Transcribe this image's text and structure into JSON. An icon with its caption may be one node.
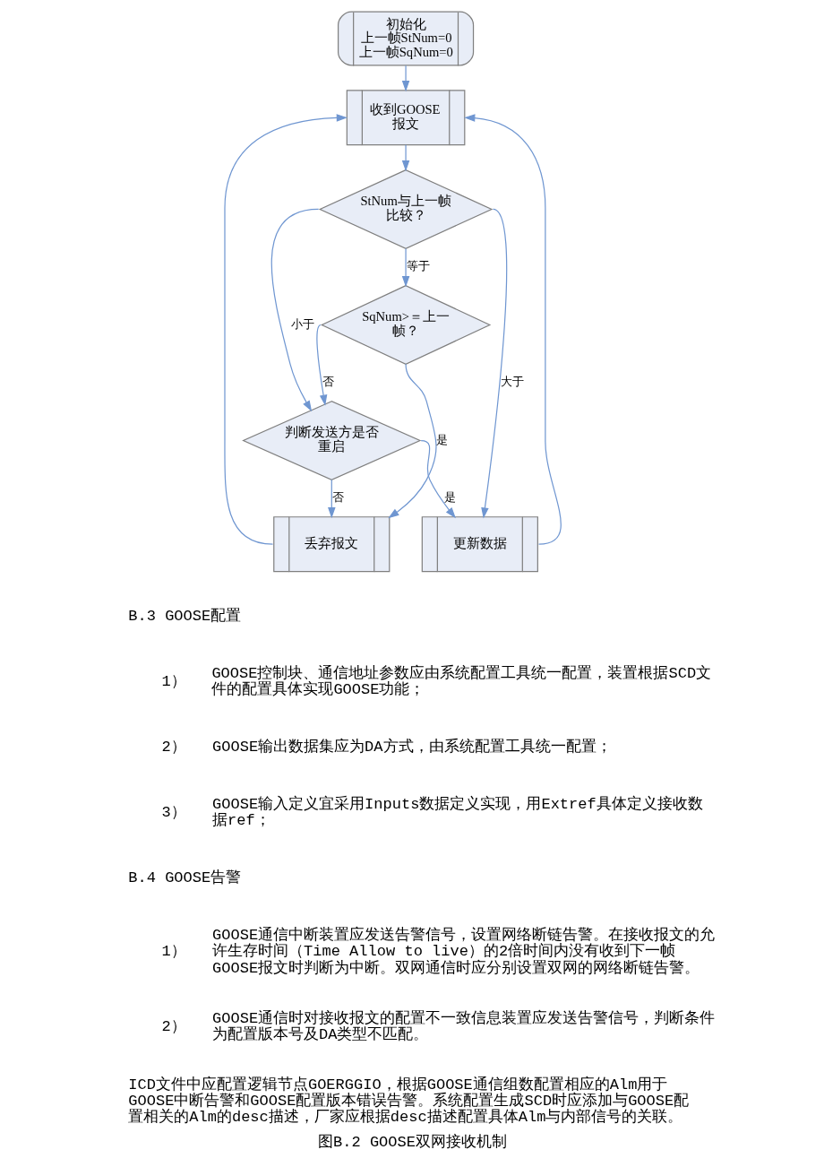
{
  "diagram": {
    "caption": "图B.2 GOOSE双网接收机制",
    "nodes": [
      {
        "text": [
          "初始化",
          "上一帧StNum=0",
          "上一帧SqNum=0"
        ]
      },
      {
        "text": [
          "收到GOOSE报文"
        ]
      },
      {
        "text": [
          "StNum与上一帧比较？"
        ]
      },
      {
        "text": [
          "SqNum>＝上一帧？"
        ]
      },
      {
        "text": [
          "判断发送方是否重启"
        ]
      },
      {
        "text": [
          "丢弃报文"
        ]
      },
      {
        "text": [
          "更新数据"
        ]
      }
    ],
    "edges": [
      {
        "from": 0,
        "to": 1,
        "arrow": "to"
      },
      {
        "from": 1,
        "to": 2,
        "arrow": "to"
      },
      {
        "from": 2,
        "to": 4,
        "arrow": "to",
        "label": "小于"
      },
      {
        "from": 2,
        "to": 3,
        "arrow": "to",
        "label": "等于"
      },
      {
        "from": 2,
        "to": 6,
        "arrow": "to",
        "label": "大于"
      },
      {
        "from": 3,
        "to": 4,
        "arrow": "to",
        "label": "否"
      },
      {
        "from": 3,
        "to": 5,
        "arrow": "to",
        "label": "是"
      },
      {
        "from": 4,
        "to": 6,
        "arrow": "to",
        "label": "是"
      },
      {
        "from": 4,
        "to": 5,
        "arrow": "to",
        "label": "否"
      },
      {
        "from": 5,
        "to": 1,
        "arrow": "to"
      },
      {
        "from": 6,
        "to": 1,
        "arrow": "to"
      }
    ],
    "labels": [
      "B.3 GOOSE配置",
      "1）",
      "GOOSE控制块、通信地址参数应由系统配置工具统一配置，装置根据SCD文件的配置具体实现GOOSE功能；",
      "2）",
      "GOOSE输出数据集应为DA方式，由系统配置工具统一配置；",
      "3）",
      "GOOSE输入定义宜采用Inputs数据定义实现，用Extref具体定义接收数据ref；",
      "B.4 GOOSE告警",
      "1）",
      "GOOSE通信中断装置应发送告警信号，设置网络断链告警。在接收报文的允许生存时间（Time Allow to live）的2倍时间内没有收到下一帧GOOSE报文时判断为中断。双网通信时应分别设置双网的网络断链告警。",
      "2）",
      "GOOSE通信时对接收报文的配置不一致信息装置应发送告警信号，判断条件为配置版本号及DA类型不匹配。",
      "ICD文件中应配置逻辑节点GOERGGIO，根据GOOSE通信组数配置相应的Alm用于GOOSE中断告警和GOOSE配置版本错误告警。系统配置生成SCD时应添加与GOOSE配置相关的Alm的desc描述，厂家应根据desc描述配置具体Alm与内部信号的关联。"
    ]
  }
}
